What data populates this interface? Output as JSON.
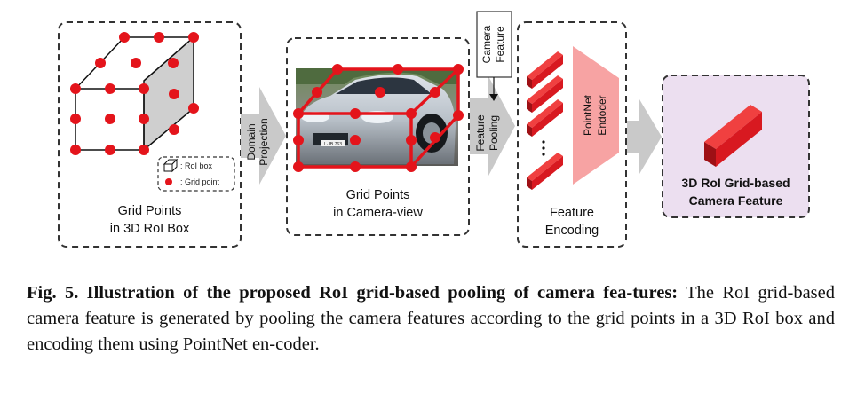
{
  "panels": {
    "grid_points_3d": {
      "line1": "Grid Points",
      "line2": "in 3D RoI Box"
    },
    "grid_points_camera": {
      "line1": "Grid Points",
      "line2": "in Camera-view"
    },
    "feature_encoding": {
      "line1": "Feature",
      "line2": "Encoding"
    },
    "output": {
      "line1": "3D RoI Grid-based",
      "line2": "Camera Feature"
    }
  },
  "legend": {
    "roi_box": ": RoI box",
    "grid_point": ": Grid point"
  },
  "arrows": {
    "domain_projection": {
      "line1": "Domain",
      "line2": "Projection"
    },
    "feature_pooling": {
      "line1": "Feature",
      "line2": "Pooling"
    }
  },
  "camera_feature": {
    "line1": "Camera",
    "line2": "Feature"
  },
  "pointnet": {
    "line1": "PointNet",
    "line2": "Endoder"
  },
  "car_plate": "L·JB 763",
  "caption": {
    "label": "Fig. 5. Illustration of the proposed RoI grid-based pooling of camera fea-tures:",
    "text": "The RoI grid-based camera feature is generated by pooling the camera features according to the grid points in a 3D RoI box and encoding them using PointNet en-coder."
  },
  "colors": {
    "grid_point": "#e4141b",
    "cube_face": "#cfcfcf",
    "arrow": "#c9c9c9",
    "encoder": "#f7a3a3",
    "output_bg": "#ecdff0",
    "feature_bar": "#d81920"
  }
}
